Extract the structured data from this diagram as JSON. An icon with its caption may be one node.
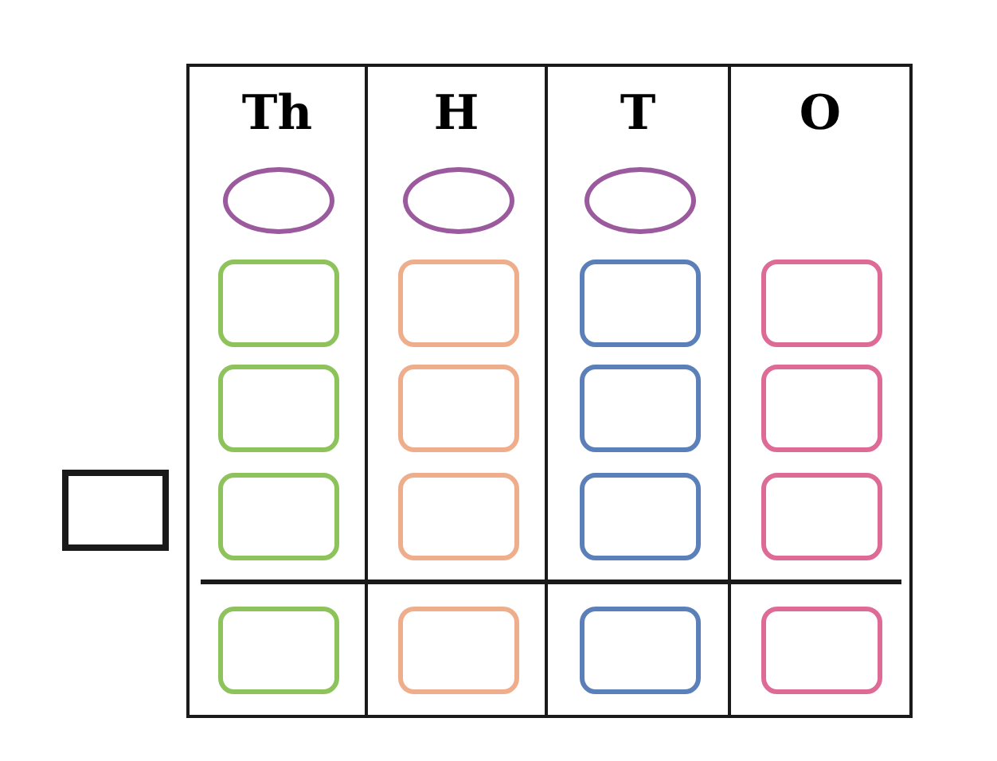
{
  "diagram": {
    "nodes": [
      {
        "text": [
          "Th"
        ]
      },
      {
        "text": [
          "H"
        ]
      },
      {
        "text": [
          "T"
        ]
      },
      {
        "text": [
          "O"
        ]
      },
      {
        "text": [],
        "shape": "oval",
        "in": 0
      },
      {
        "text": [],
        "shape": "box",
        "in": 0
      },
      {
        "text": [],
        "shape": "box",
        "in": 0
      },
      {
        "text": [],
        "shape": "box",
        "in": 0
      },
      {
        "text": [],
        "shape": "box",
        "in": 0
      },
      {
        "text": [],
        "shape": "oval",
        "in": 1
      },
      {
        "text": [],
        "shape": "box",
        "in": 1
      },
      {
        "text": [],
        "shape": "box",
        "in": 1
      },
      {
        "text": [],
        "shape": "box",
        "in": 1
      },
      {
        "text": [],
        "shape": "box",
        "in": 1
      },
      {
        "text": [],
        "shape": "oval",
        "in": 2
      },
      {
        "text": [],
        "shape": "box",
        "in": 2
      },
      {
        "text": [],
        "shape": "box",
        "in": 2
      },
      {
        "text": [],
        "shape": "box",
        "in": 2
      },
      {
        "text": [],
        "shape": "box",
        "in": 2
      },
      {
        "text": [],
        "shape": "box",
        "in": 3
      },
      {
        "text": [],
        "shape": "box",
        "in": 3
      },
      {
        "text": [],
        "shape": "box",
        "in": 3
      },
      {
        "text": [],
        "shape": "box",
        "in": 3
      },
      {
        "text": [],
        "shape": "box"
      }
    ]
  }
}
